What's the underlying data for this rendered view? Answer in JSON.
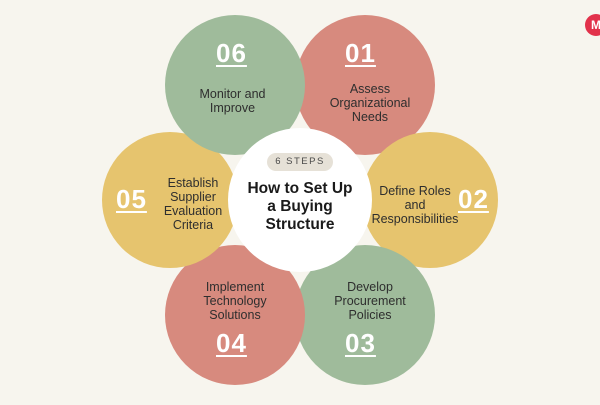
{
  "center": {
    "badge": "6 STEPS",
    "title": "How to Set Up\na Buying\nStructure"
  },
  "colors": {
    "red": "#d78a7e",
    "green": "#9fbb9b",
    "yellow": "#e6c46e",
    "center_fill": "#ffffff",
    "background": "#f7f5ee",
    "brand": "#e2324b"
  },
  "brand": {
    "logo_text": "M"
  },
  "steps": [
    {
      "number": "01",
      "label": "Assess\nOrganizational\nNeeds",
      "color": "red"
    },
    {
      "number": "02",
      "label": "Define Roles\nand\nResponsibilities",
      "color": "yellow"
    },
    {
      "number": "03",
      "label": "Develop\nProcurement\nPolicies",
      "color": "green"
    },
    {
      "number": "04",
      "label": "Implement\nTechnology\nSolutions",
      "color": "red"
    },
    {
      "number": "05",
      "label": "Establish\nSupplier\nEvaluation\nCriteria",
      "color": "yellow"
    },
    {
      "number": "06",
      "label": "Monitor and\nImprove",
      "color": "green"
    }
  ]
}
